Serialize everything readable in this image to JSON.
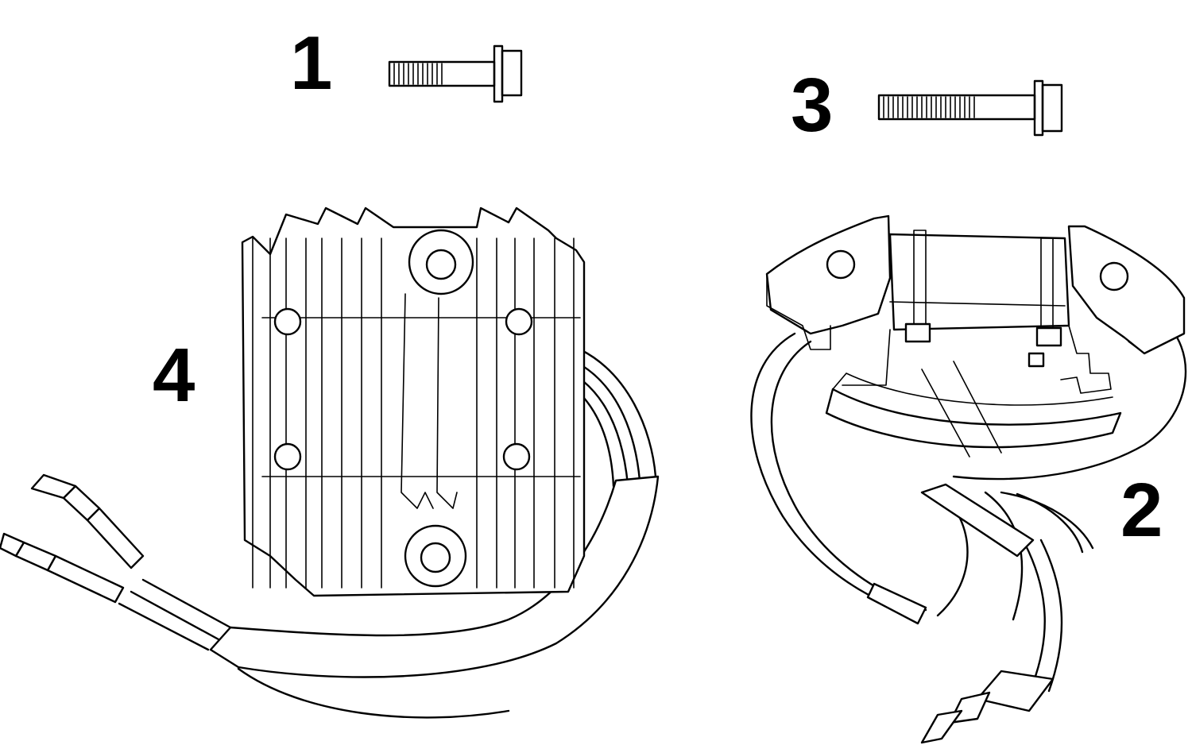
{
  "callouts": {
    "bolt_short": "1",
    "charge_coil": "2",
    "bolt_long": "3",
    "rectifier_regulator": "4"
  },
  "colors": {
    "line": "#000000",
    "background": "#ffffff"
  }
}
